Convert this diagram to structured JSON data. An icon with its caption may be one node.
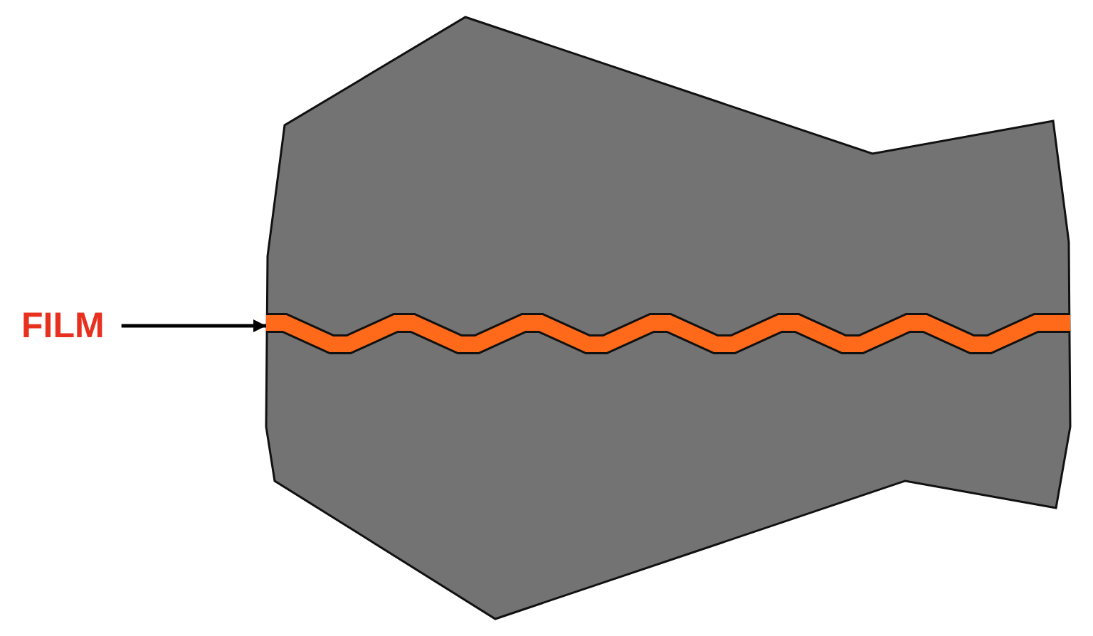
{
  "diagram": {
    "nodes": [
      {
        "text": [
          "FILM"
        ]
      },
      {
        "text": [],
        "shape": "band"
      }
    ],
    "edges": [
      {
        "from": 0,
        "to": 1,
        "arrow": "to"
      }
    ]
  }
}
